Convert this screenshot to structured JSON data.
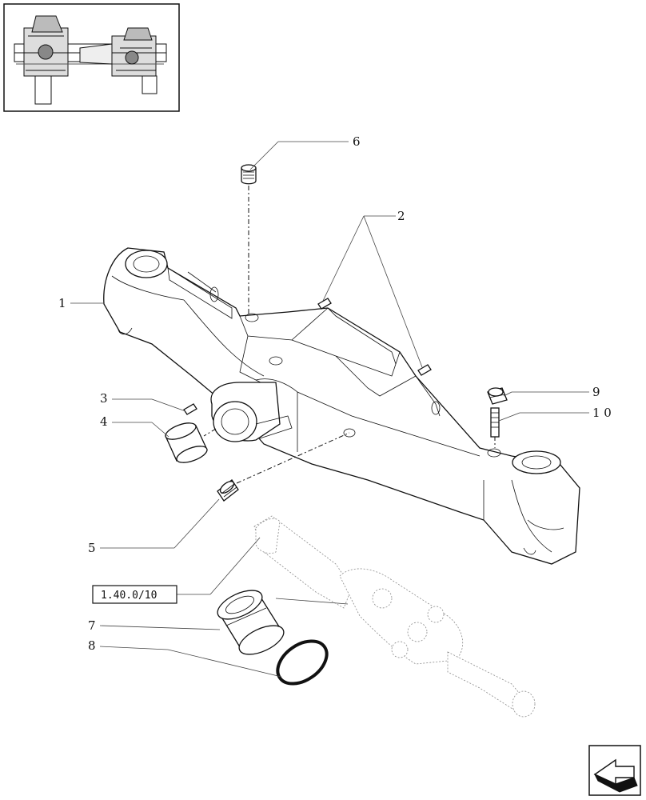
{
  "callouts": {
    "c1": "1",
    "c2": "2",
    "c3": "3",
    "c4": "4",
    "c5": "5",
    "c6": "6",
    "c7": "7",
    "c8": "8",
    "c9": "9",
    "c10": "1 0"
  },
  "reference": {
    "label": "1.40.0/10"
  },
  "icons": {
    "thumbnail": "axle-assembly-thumbnail",
    "nav": "next-page-arrow-icon"
  }
}
